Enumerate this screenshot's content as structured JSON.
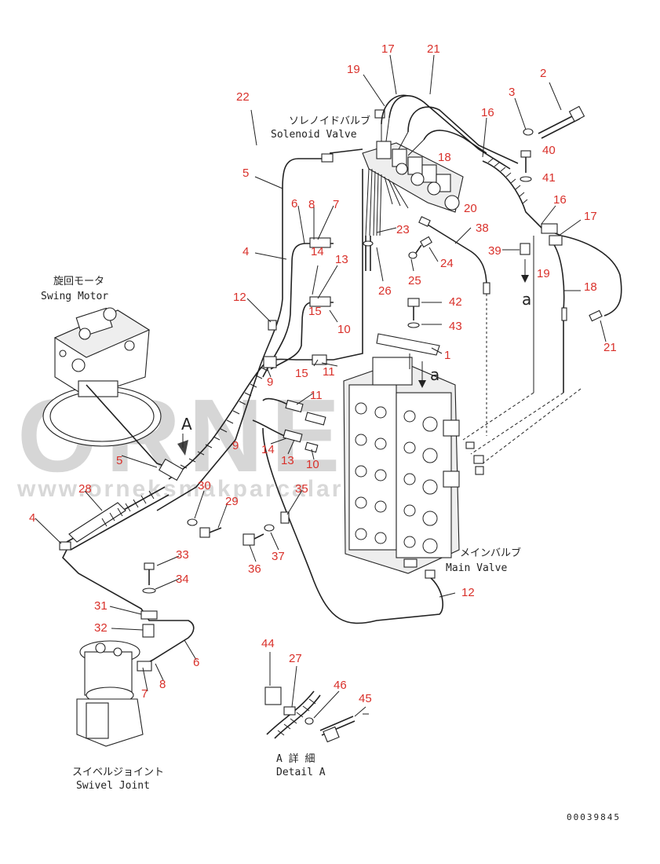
{
  "watermark": {
    "brand": "ORNEK",
    "url": "www.orneksmakparcalari.com.tr"
  },
  "labels": {
    "solenoid_valve_jp": "ソレノイドバルブ",
    "solenoid_valve_en": "Solenoid Valve",
    "swing_motor_jp": "旋回モータ",
    "swing_motor_en": "Swing Motor",
    "main_valve_jp": "メインバルブ",
    "main_valve_en": "Main Valve",
    "swivel_joint_jp": "スイベルジョイント",
    "swivel_joint_en": "Swivel Joint",
    "detail_a_jp": "A 詳 細",
    "detail_a_en": "Detail A",
    "detail_marker_upper": "A",
    "detail_marker_lower": "a",
    "detail_marker_right": "a",
    "drawing_number": "00039845"
  },
  "callouts": {
    "c17a": "17",
    "c21a": "21",
    "c19a": "19",
    "c2": "2",
    "c22": "22",
    "c3": "3",
    "c16a": "16",
    "c18a": "18",
    "c40": "40",
    "c41": "41",
    "c5a": "5",
    "c6a": "6",
    "c8a": "8",
    "c7a": "7",
    "c20": "20",
    "c16b": "16",
    "c17b": "17",
    "c23": "23",
    "c38": "38",
    "c14a": "14",
    "c13a": "13",
    "c4a": "4",
    "c39": "39",
    "c19b": "19",
    "c24": "24",
    "c25": "25",
    "c26": "26",
    "c18b": "18",
    "c15a": "15",
    "c10a": "10",
    "c12a": "12",
    "c42": "42",
    "c43": "43",
    "c1": "1",
    "c15b": "15",
    "c11a": "11",
    "c21b": "21",
    "c9a": "9",
    "c11b": "11",
    "c9b": "9",
    "c5b": "5",
    "c14b": "14",
    "c13b": "13",
    "c10b": "10",
    "c28": "28",
    "c30": "30",
    "c29": "29",
    "c35": "35",
    "c4b": "4",
    "c33": "33",
    "c36": "36",
    "c37": "37",
    "c34": "34",
    "c12b": "12",
    "c31": "31",
    "c32": "32",
    "c6b": "6",
    "c7b": "7",
    "c8b": "8",
    "c44": "44",
    "c27": "27",
    "c46": "46",
    "c45": "45"
  }
}
